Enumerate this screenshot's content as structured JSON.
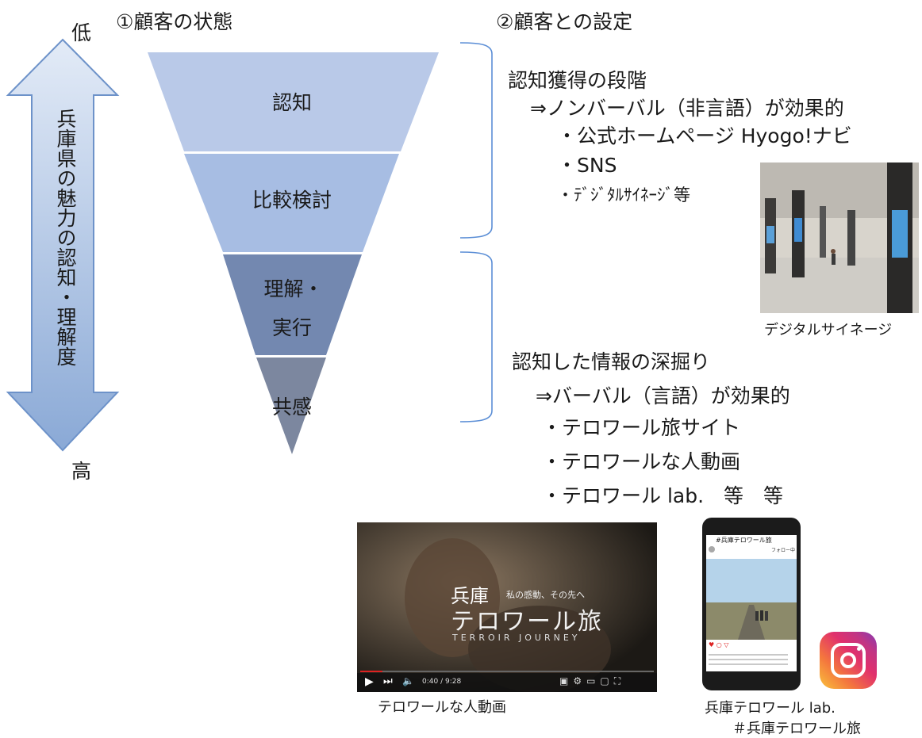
{
  "arrow": {
    "top_label": "低",
    "bottom_label": "高",
    "vertical_text": "兵庫県の魅力の認知・理解度"
  },
  "headings": {
    "left": "①顧客の状態",
    "right": "②顧客との設定"
  },
  "funnel": {
    "levels": [
      {
        "label": "認知",
        "color": "#b9c9e8"
      },
      {
        "label": "比較検討",
        "color": "#a7bde3"
      },
      {
        "label_line1": "理解・",
        "label_line2": "実行",
        "color": "#7388b0"
      },
      {
        "label": "共感",
        "color": "#7c879f"
      }
    ]
  },
  "stage1": {
    "title": "認知獲得の段階",
    "effect": "⇒ノンバーバル（非言語）が効果的",
    "items": [
      "・公式ホームページ Hyogo!ナビ",
      "・SNS",
      "・ﾃﾞｼﾞﾀﾙｻｲﾈｰｼﾞ等"
    ]
  },
  "stage2": {
    "title": "認知した情報の深掘り",
    "effect": "⇒バーバル（言語）が効果的",
    "items": [
      "・テロワール旅サイト",
      "・テロワールな人動画",
      "・テロワール lab.　等　等"
    ]
  },
  "signage_photo": {
    "caption": "デジタルサイネージ"
  },
  "video_photo": {
    "caption": "テロワールな人動画",
    "overlay_title": "兵庫",
    "overlay_subtitle": "私の感動、その先へ",
    "overlay_main": "テロワール旅",
    "overlay_en": "TERROIR JOURNEY",
    "time": "0:40 / 9:28"
  },
  "phone_photo": {
    "caption_line1": "兵庫テロワール lab.",
    "caption_line2": "＃兵庫テロワール旅",
    "header_tag": "#兵庫テロワール旅",
    "follow_label": "フォロー中"
  },
  "colors": {
    "arrow_fill": "#c6d4ec",
    "arrow_stroke": "#6d92c9",
    "bracket": "#5b8ed6"
  }
}
